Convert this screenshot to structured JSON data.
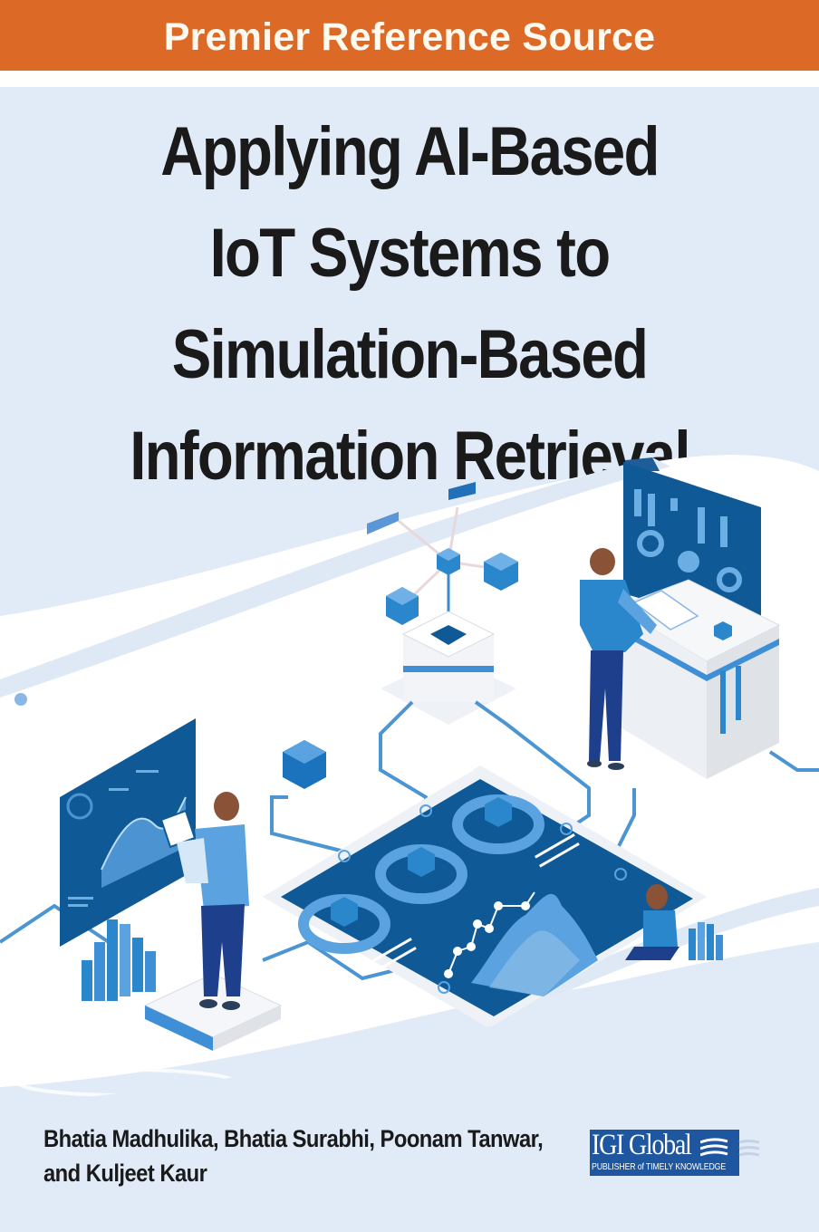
{
  "cover": {
    "series_banner": "Premier Reference Source",
    "title_lines": [
      "Applying AI-Based",
      "IoT Systems to",
      "Simulation-Based",
      "Information Retrieval"
    ],
    "authors_lines": [
      "Bhatia Madhulika, Bhatia Surabhi, Poonam Tanwar,",
      "and Kuljeet Kaur"
    ],
    "publisher": {
      "name": "IGI Global",
      "tagline": "PUBLISHER of TIMELY KNOWLEDGE"
    },
    "illustration": {
      "description": "Isometric IoT data center with people operating dashboards, cubes and analytics screens",
      "icons": [
        "isometric-cube-icon",
        "dashboard-screen-icon",
        "bar-chart-icon",
        "area-chart-icon",
        "donut-chart-icon",
        "tablet-icon",
        "keyboard-icon"
      ]
    },
    "colors": {
      "banner": "#dc6a26",
      "background": "#e1ebf7",
      "title": "#1a1a1a",
      "publisher_logo": "#1e56a0",
      "illustration_dark": "#0f5a96",
      "illustration_mid": "#2a87cc",
      "illustration_light": "#8bbde6"
    }
  }
}
